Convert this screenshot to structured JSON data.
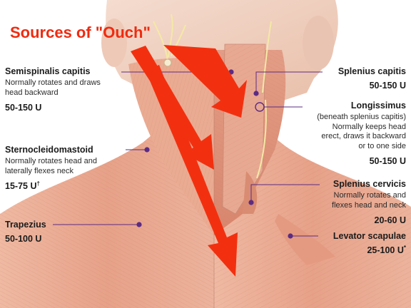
{
  "headline": "Sources of \"Ouch\"",
  "colors": {
    "accent_red": "#f2300f",
    "leader_purple": "#5b2c83",
    "muscle": "#e7a48a",
    "skin": "#f1d6c8"
  },
  "labels": [
    {
      "id": "semispinalis",
      "name": "Semispinalis capitis",
      "desc": "Normally rotates and draws\nhead backward",
      "dose": "50-150 U",
      "dose_mark": ""
    },
    {
      "id": "sternocleidomastoid",
      "name": "Sternocleidomastoid",
      "desc": "Normally rotates head and\nlaterally flexes neck",
      "dose": "15-75 U",
      "dose_mark": "†"
    },
    {
      "id": "trapezius",
      "name": "Trapezius",
      "desc": "",
      "dose": "50-100 U",
      "dose_mark": ""
    },
    {
      "id": "splenius-capitis",
      "name": "Splenius capitis",
      "desc": "",
      "dose": "50-150 U",
      "dose_mark": ""
    },
    {
      "id": "longissimus",
      "name": "Longissimus",
      "desc": "(beneath splenius capitis)\nNormally keeps head\nerect, draws it backward\nor to one side",
      "dose": "50-150 U",
      "dose_mark": ""
    },
    {
      "id": "splenius-cervicis",
      "name": "Splenius cervicis",
      "desc": "Normally rotates and\nflexes head and neck",
      "dose": "20-60 U",
      "dose_mark": ""
    },
    {
      "id": "levator-scapulae",
      "name": "Levator scapulae",
      "desc": "",
      "dose": "25-100 U",
      "dose_mark": "*"
    }
  ]
}
